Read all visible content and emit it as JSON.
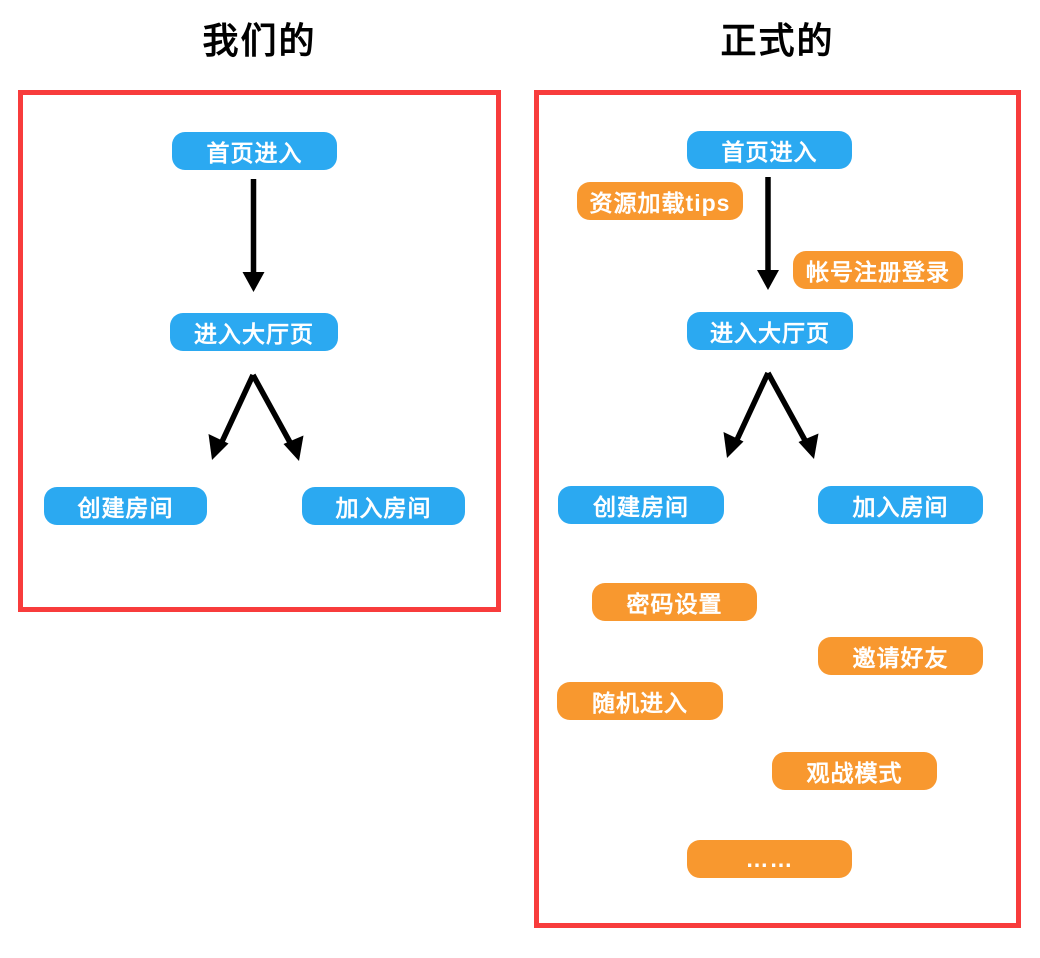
{
  "colors": {
    "node_blue": "#2ba9f1",
    "node_orange": "#f8982f",
    "frame_red": "#f83c3c",
    "arrow_black": "#000000",
    "node_text": "#ffffff"
  },
  "left_panel": {
    "title": "我们的",
    "nodes": [
      {
        "label": "首页进入",
        "type": "blue"
      },
      {
        "label": "进入大厅页",
        "type": "blue"
      },
      {
        "label": "创建房间",
        "type": "blue"
      },
      {
        "label": "加入房间",
        "type": "blue"
      }
    ]
  },
  "right_panel": {
    "title": "正式的",
    "nodes": [
      {
        "label": "首页进入",
        "type": "blue"
      },
      {
        "label": "资源加载tips",
        "type": "orange"
      },
      {
        "label": "帐号注册登录",
        "type": "orange"
      },
      {
        "label": "进入大厅页",
        "type": "blue"
      },
      {
        "label": "创建房间",
        "type": "blue"
      },
      {
        "label": "加入房间",
        "type": "blue"
      },
      {
        "label": "密码设置",
        "type": "orange"
      },
      {
        "label": "邀请好友",
        "type": "orange"
      },
      {
        "label": "随机进入",
        "type": "orange"
      },
      {
        "label": "观战模式",
        "type": "orange"
      },
      {
        "label": "……",
        "type": "orange"
      }
    ]
  }
}
